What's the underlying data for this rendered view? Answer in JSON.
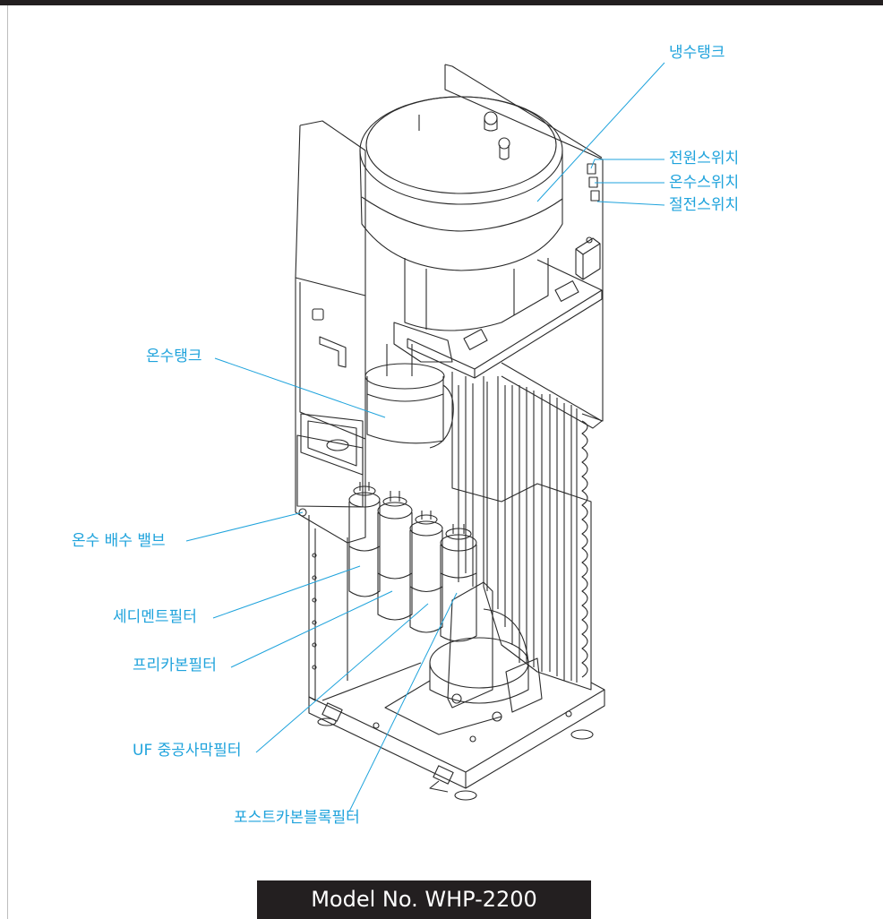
{
  "labels": {
    "cold_tank": "냉수탱크",
    "power_switch": "전원스위치",
    "hot_water_switch": "온수스위치",
    "power_saving_switch": "절전스위치",
    "hot_tank": "온수탱크",
    "hot_drain_valve": "온수 배수 밸브",
    "sediment_filter": "세디멘트필터",
    "pre_carbon_filter": "프리카본필터",
    "uf_filter": "UF 중공사막필터",
    "post_carbon_filter": "포스트카본블록필터"
  },
  "model": "Model No. WHP-2200",
  "colors": {
    "callout": "#1fa3dc",
    "line_art": "#2a2a2a",
    "model_bar": "#231f20"
  }
}
